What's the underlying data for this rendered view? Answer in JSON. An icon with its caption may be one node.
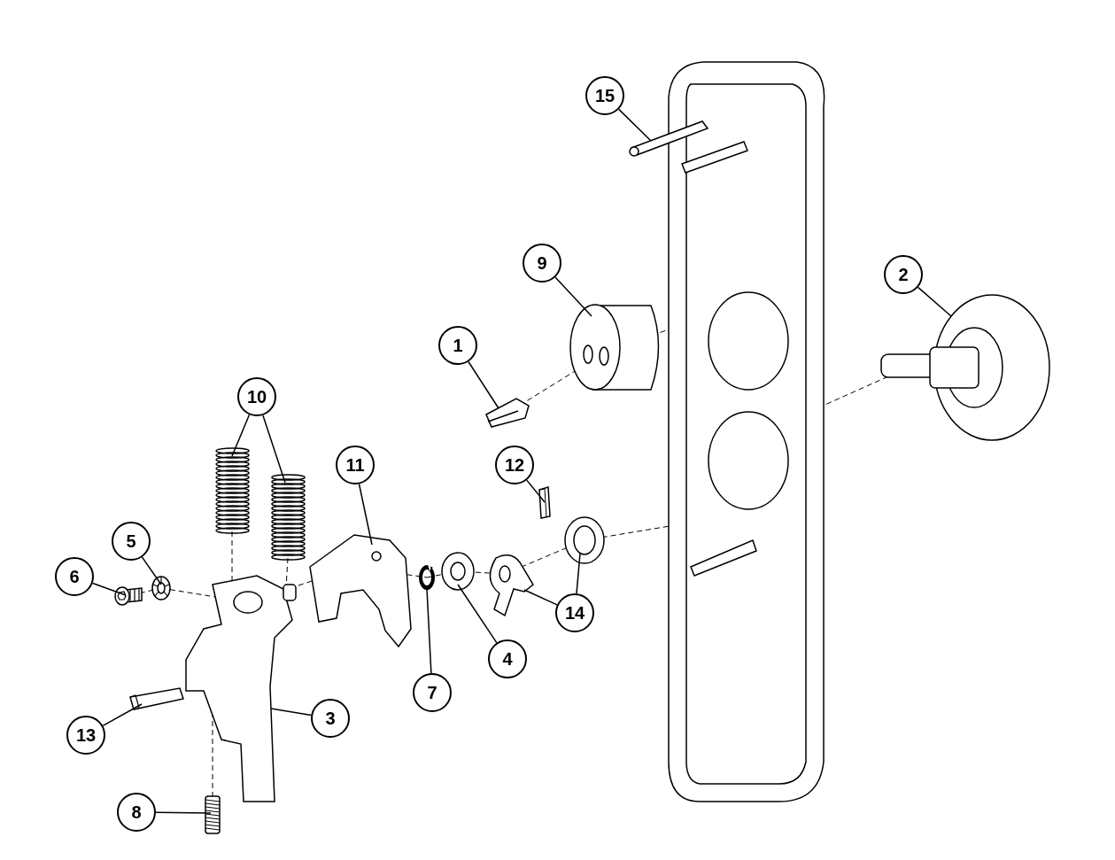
{
  "diagram": {
    "nodes": [
      {
        "text": [
          "15"
        ]
      },
      {
        "text": [],
        "shape": "picture"
      },
      {
        "text": [
          "9"
        ]
      },
      {
        "text": [],
        "shape": "picture"
      },
      {
        "text": [
          "2"
        ]
      },
      {
        "text": [],
        "shape": "picture"
      },
      {
        "text": [
          "1"
        ]
      },
      {
        "text": [],
        "shape": "picture"
      },
      {
        "text": [
          "10"
        ]
      },
      {
        "text": [],
        "shape": "picture"
      },
      {
        "text": [],
        "shape": "picture"
      },
      {
        "text": [
          "11"
        ]
      },
      {
        "text": [],
        "shape": "picture"
      },
      {
        "text": [
          "12"
        ]
      },
      {
        "text": [],
        "shape": "picture"
      },
      {
        "text": [
          "5"
        ]
      },
      {
        "text": [],
        "shape": "picture"
      },
      {
        "text": [
          "6"
        ]
      },
      {
        "text": [],
        "shape": "picture"
      },
      {
        "text": [
          "14"
        ]
      },
      {
        "text": [],
        "shape": "picture"
      },
      {
        "text": [],
        "shape": "picture"
      },
      {
        "text": [
          "4"
        ]
      },
      {
        "text": [],
        "shape": "picture"
      },
      {
        "text": [
          "7"
        ]
      },
      {
        "text": [],
        "shape": "picture"
      },
      {
        "text": [
          "3"
        ]
      },
      {
        "text": [],
        "shape": "picture"
      },
      {
        "text": [
          "13"
        ]
      },
      {
        "text": [],
        "shape": "picture"
      },
      {
        "text": [
          "8"
        ]
      },
      {
        "text": [],
        "shape": "picture"
      },
      {
        "text": [],
        "shape": "picture"
      }
    ],
    "edges": [
      {
        "from": 0,
        "to": 1,
        "arrow": "none"
      },
      {
        "from": 2,
        "to": 3,
        "arrow": "none"
      },
      {
        "from": 4,
        "to": 5,
        "arrow": "none"
      },
      {
        "from": 6,
        "to": 7,
        "arrow": "none"
      },
      {
        "from": 8,
        "to": 9,
        "arrow": "none"
      },
      {
        "from": 8,
        "to": 10,
        "arrow": "none"
      },
      {
        "from": 11,
        "to": 12,
        "arrow": "none"
      },
      {
        "from": 13,
        "to": 14,
        "arrow": "none"
      },
      {
        "from": 15,
        "to": 16,
        "arrow": "none"
      },
      {
        "from": 17,
        "to": 18,
        "arrow": "none"
      },
      {
        "from": 19,
        "to": 20,
        "arrow": "none"
      },
      {
        "from": 19,
        "to": 21,
        "arrow": "none"
      },
      {
        "from": 22,
        "to": 23,
        "arrow": "none"
      },
      {
        "from": 24,
        "to": 25,
        "arrow": "none"
      },
      {
        "from": 26,
        "to": 27,
        "arrow": "none"
      },
      {
        "from": 28,
        "to": 29,
        "arrow": "none"
      },
      {
        "from": 30,
        "to": 31,
        "arrow": "none"
      },
      {
        "from": 18,
        "to": 16,
        "arrow": "none",
        "style": "dashed"
      },
      {
        "from": 16,
        "to": 27,
        "arrow": "none",
        "style": "dashed"
      },
      {
        "from": 27,
        "to": 12,
        "arrow": "none",
        "style": "dashed"
      },
      {
        "from": 12,
        "to": 25,
        "arrow": "none",
        "style": "dashed"
      },
      {
        "from": 25,
        "to": 23,
        "arrow": "none",
        "style": "dashed"
      },
      {
        "from": 23,
        "to": 20,
        "arrow": "none",
        "style": "dashed"
      },
      {
        "from": 20,
        "to": 21,
        "arrow": "none",
        "style": "dashed"
      },
      {
        "from": 21,
        "to": 32,
        "arrow": "none",
        "style": "dashed"
      },
      {
        "from": 7,
        "to": 3,
        "arrow": "none",
        "style": "dashed"
      },
      {
        "from": 3,
        "to": 32,
        "arrow": "none",
        "style": "dashed"
      },
      {
        "from": 5,
        "to": 32,
        "arrow": "none",
        "style": "dashed"
      },
      {
        "from": 9,
        "to": 27,
        "arrow": "none",
        "style": "dashed"
      },
      {
        "from": 10,
        "to": 27,
        "arrow": "none",
        "style": "dashed"
      },
      {
        "from": 31,
        "to": 27,
        "arrow": "none",
        "style": "dashed"
      }
    ]
  }
}
